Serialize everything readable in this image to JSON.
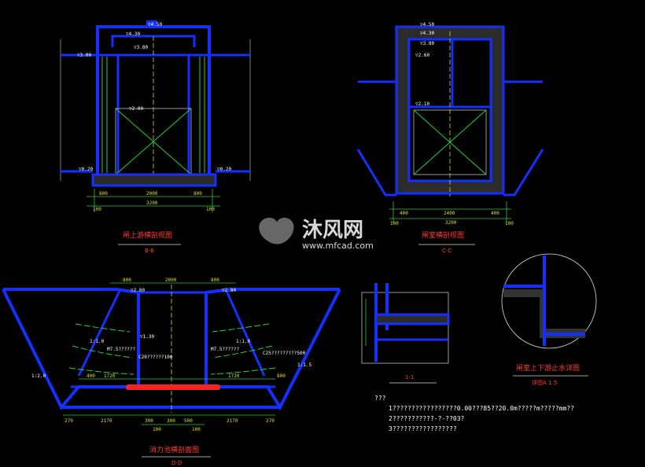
{
  "watermark": {
    "name": "沐风网",
    "url": "www.mfcad.com"
  },
  "views": {
    "bb": {
      "caption": "闸上游横剖视图",
      "section": "B-B",
      "elevations": [
        "▽4.50",
        "▽4.30",
        "▽3.80",
        "▽3.00",
        "▽2.00",
        "▽0.20",
        "▽0.20"
      ],
      "dims": [
        "800",
        "2000",
        "800",
        "100",
        "3200",
        "100"
      ]
    },
    "cc": {
      "caption": "闸室横剖视图",
      "section": "C-C",
      "elevations": [
        "▽4.50",
        "▽4.30",
        "▽3.80",
        "▽2.60",
        "▽2.10"
      ],
      "dims": [
        "400",
        "2400",
        "400",
        "100",
        "3200",
        "100"
      ]
    },
    "dd": {
      "caption": "消力池横剖面图",
      "section": "D-D",
      "elevations": [
        "▽2.80",
        "▽2.80",
        "▽1.30"
      ],
      "dims": [
        "800",
        "2000",
        "800",
        "400",
        "1720",
        "1720",
        "800",
        "270",
        "2170",
        "300",
        "300",
        "500",
        "2170",
        "270",
        "100",
        "100"
      ],
      "slopes": [
        "1:1.0",
        "1:1.0",
        "1:2.0",
        "1:1.5"
      ],
      "labels": [
        "M7.5??????",
        "M7.5??????",
        "C25?????????500",
        "C20??????100"
      ]
    },
    "d11": {
      "caption": "1-1"
    },
    "detail": {
      "caption": "闸室上下游止水详图",
      "sub": "详图A   1:5"
    }
  },
  "notes": {
    "head": "???",
    "lines": [
      "1?????????????????0.00???85??20.0m?????m?????mm??",
      "2???????????-?-??03?",
      "3?????????????????"
    ]
  }
}
